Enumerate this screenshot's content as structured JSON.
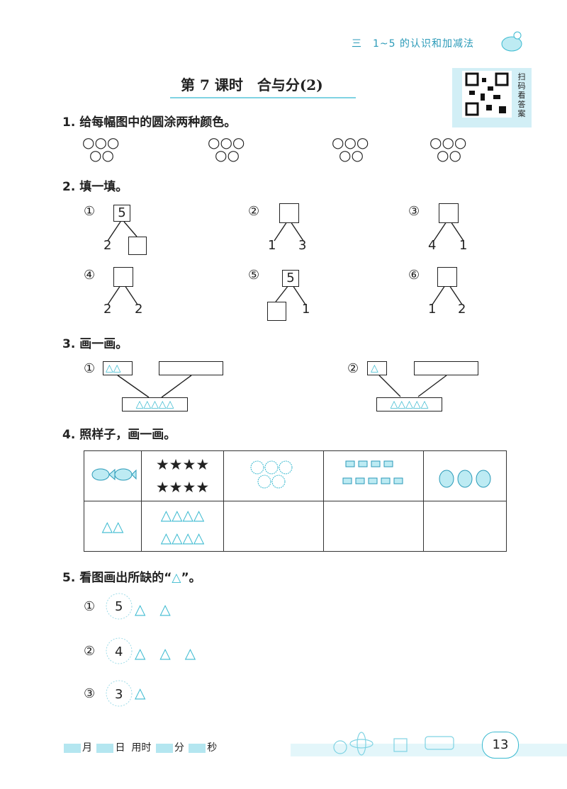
{
  "header": {
    "section": "三　1~5 的认识和加减法"
  },
  "title": "第 7 课时　合与分(2)",
  "qr": {
    "side_text": [
      "扫",
      "码",
      "看",
      "答",
      "案"
    ]
  },
  "q1": {
    "label": "1. 给每幅图中的圆涂两种颜色。",
    "circles": "○○○"
  },
  "q2": {
    "label": "2. 填一填。",
    "items": [
      {
        "marker": "①",
        "top": "5",
        "left": "2",
        "right": ""
      },
      {
        "marker": "②",
        "top": "",
        "left": "1",
        "right": "3"
      },
      {
        "marker": "③",
        "top": "",
        "left": "4",
        "right": "1"
      },
      {
        "marker": "④",
        "top": "",
        "left": "2",
        "right": "2"
      },
      {
        "marker": "⑤",
        "top": "5",
        "left": "",
        "right": "1"
      },
      {
        "marker": "⑥",
        "top": "",
        "left": "1",
        "right": "2"
      }
    ]
  },
  "q3": {
    "label": "3. 画一画。",
    "items": [
      {
        "marker": "①",
        "left": "△△",
        "right": "",
        "total": "△△△△△"
      },
      {
        "marker": "②",
        "left": "△",
        "right": "",
        "total": "△△△△△"
      }
    ]
  },
  "q4": {
    "label": "4. 照样子，画一画。",
    "row1": {
      "stars_line1": "★★★★",
      "stars_line2": "★★★★"
    },
    "row2": {
      "example_left": "△△",
      "example_line1": "△△△△",
      "example_line2": "△△△△"
    }
  },
  "q5": {
    "label_prefix": "5. 看图画出所缺的“",
    "label_tri": "△",
    "label_suffix": "”。",
    "items": [
      {
        "marker": "①",
        "number": "5",
        "tris": "△　△"
      },
      {
        "marker": "②",
        "number": "4",
        "tris": "△　△　△"
      },
      {
        "marker": "③",
        "number": "3",
        "tris": "△"
      }
    ]
  },
  "footer": {
    "month": "月",
    "day": "日",
    "time_used": "用时",
    "minute": "分",
    "second": "秒",
    "page": "13"
  }
}
